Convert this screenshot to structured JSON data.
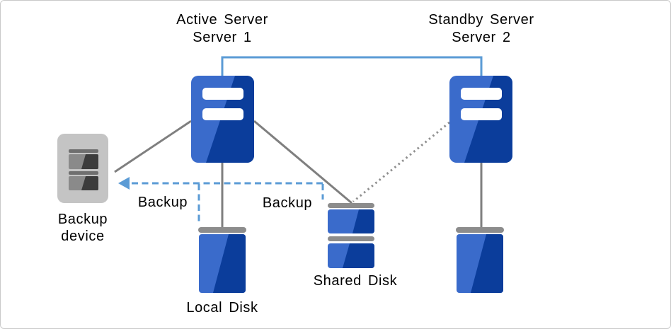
{
  "diagram": {
    "type": "cluster-backup-architecture",
    "nodes": {
      "active_server": {
        "label_line1": "Active Server",
        "label_line2": "Server 1"
      },
      "standby_server": {
        "label_line1": "Standby Server",
        "label_line2": "Server 2"
      },
      "backup_device": {
        "label_line1": "Backup",
        "label_line2": "device"
      },
      "local_disk": {
        "label": "Local Disk"
      },
      "shared_disk": {
        "label": "Shared Disk"
      },
      "standby_disk": {
        "label": ""
      }
    },
    "edge_labels": {
      "backup_left": "Backup",
      "backup_right": "Backup"
    },
    "connections": [
      {
        "from": "active_server",
        "to": "standby_server",
        "style": "solid-elbow",
        "color": "#5B9BD5"
      },
      {
        "from": "active_server",
        "to": "backup_device",
        "style": "solid",
        "color": "#7F7F7F"
      },
      {
        "from": "active_server",
        "to": "shared_disk",
        "style": "solid",
        "color": "#7F7F7F"
      },
      {
        "from": "active_server",
        "to": "local_disk",
        "style": "solid",
        "color": "#7F7F7F"
      },
      {
        "from": "standby_server",
        "to": "shared_disk",
        "style": "dotted",
        "color": "#8F8F8F"
      },
      {
        "from": "standby_server",
        "to": "standby_disk",
        "style": "solid",
        "color": "#7F7F7F"
      },
      {
        "from": "local_disk",
        "to": "backup_device",
        "style": "dashed-arrow",
        "label": "Backup",
        "color": "#5B9BD5"
      },
      {
        "from": "shared_disk",
        "to": "backup_device",
        "style": "dashed-arrow",
        "label": "Backup",
        "color": "#5B9BD5"
      }
    ]
  },
  "colors": {
    "server_light": "#3A6BCB",
    "server_dark": "#0B3D9B",
    "disk_light": "#3A6BCB",
    "disk_dark": "#0B3D9B",
    "slot_white": "#FFFFFF",
    "cap_gray": "#8C8C8C",
    "line_gray": "#7F7F7F",
    "dotted_gray": "#8F8F8F",
    "backup_blue": "#5B9BD5",
    "device_body": "#C4C4C4",
    "device_slot_light": "#8A8A8A",
    "device_slot_dark": "#3C3C3C",
    "device_slot_bar": "#6F6F6F",
    "label_color": "#000000"
  }
}
